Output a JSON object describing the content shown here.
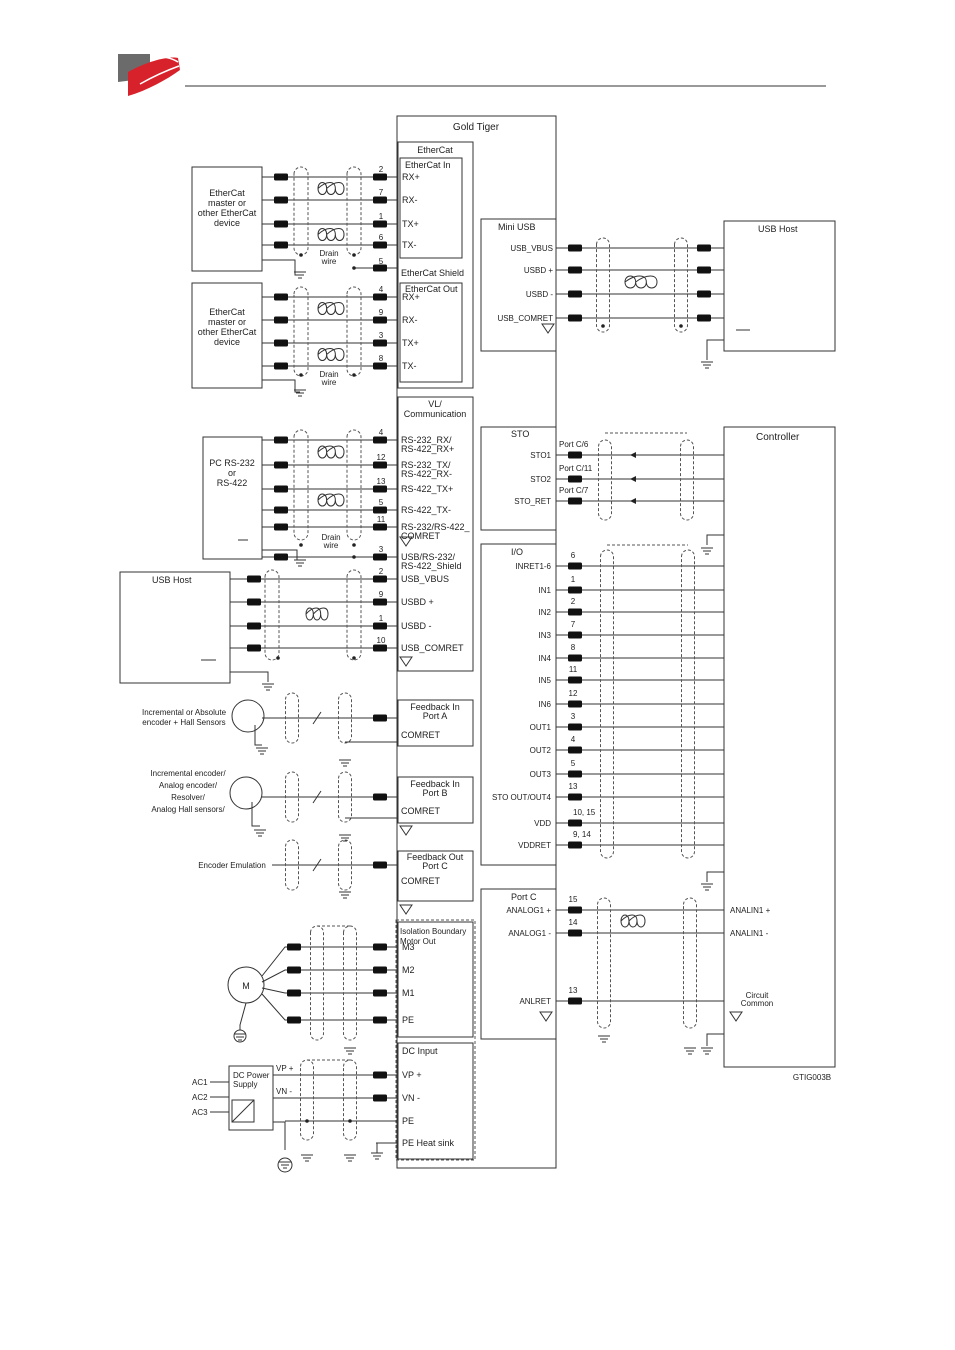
{
  "brand": {
    "logo_dark": "#6b6b6b",
    "logo_red": "#d8222b",
    "logo": "logo-mark"
  },
  "drive": {
    "title": "Gold Tiger",
    "figure_id": "GTIG003B",
    "ethercat": {
      "title": "EtherCat",
      "in_title": "EtherCat In",
      "in_pins": [
        {
          "num": "2",
          "label": "RX+"
        },
        {
          "num": "7",
          "label": "RX-"
        },
        {
          "num": "1",
          "label": "TX+"
        },
        {
          "num": "6",
          "label": "TX-"
        }
      ],
      "shield_num": "5",
      "shield_label": "EtherCat Shield",
      "out_title": "EtherCat Out",
      "out_pins": [
        {
          "num": "4",
          "label": "RX+"
        },
        {
          "num": "9",
          "label": "RX-"
        },
        {
          "num": "3",
          "label": "TX+"
        },
        {
          "num": "8",
          "label": "TX-"
        }
      ],
      "device1_label": [
        "EtherCat",
        "master or",
        "other EtherCat",
        "device"
      ],
      "device2_label": [
        "EtherCat",
        "master or",
        "other EtherCat",
        "device"
      ],
      "drain": [
        "Drain",
        "wire"
      ]
    },
    "vl": {
      "title": [
        "VL/",
        "Communication"
      ],
      "pins": [
        {
          "num": "4",
          "label": [
            "RS-232_RX/",
            "RS-422_RX+"
          ]
        },
        {
          "num": "12",
          "label": [
            "RS-232_TX/",
            "RS-422_RX-"
          ]
        },
        {
          "num": "13",
          "label": [
            "RS-422_TX+"
          ]
        },
        {
          "num": "5",
          "label": [
            "RS-422_TX-"
          ]
        },
        {
          "num": "11",
          "label": [
            "RS-232/RS-422_",
            "COMRET"
          ]
        },
        {
          "num": "3",
          "label": [
            "USB/RS-232/",
            "RS-422_Shield"
          ]
        },
        {
          "num": "2",
          "label": [
            "USB_VBUS"
          ]
        },
        {
          "num": "9",
          "label": [
            "USBD +"
          ]
        },
        {
          "num": "1",
          "label": [
            "USBD -"
          ]
        },
        {
          "num": "10",
          "label": [
            "USB_COMRET"
          ]
        }
      ],
      "pc_label": [
        "PC RS-232",
        "or",
        "RS-422"
      ],
      "usb_host": "USB Host",
      "drain": [
        "Drain",
        "wire"
      ]
    },
    "fb_a": {
      "title": [
        "Feedback In",
        "Port A"
      ],
      "comret": "COMRET",
      "device": [
        "Incremental or Absolute",
        "encoder + Hall Sensors"
      ]
    },
    "fb_b": {
      "title": [
        "Feedback In",
        "Port B"
      ],
      "comret": "COMRET",
      "device": [
        "Incremental encoder/",
        "Analog encoder/",
        "Resolver/",
        "Analog Hall sensors/"
      ]
    },
    "fb_c": {
      "title": [
        "Feedback Out",
        "Port C"
      ],
      "comret": "COMRET",
      "device": "Encoder Emulation"
    },
    "motor": {
      "title": [
        "Isolation Boundary",
        "Motor Out"
      ],
      "pins": [
        "M3",
        "M2",
        "M1",
        "PE"
      ],
      "symbol": "M"
    },
    "dc": {
      "title": "DC Input",
      "pins": [
        "VP +",
        "VN -",
        "PE",
        "PE  Heat sink"
      ],
      "supply": [
        "DC Power",
        "Supply"
      ],
      "ac": [
        "AC1",
        "AC2",
        "AC3"
      ],
      "wire_labels": [
        "VP +",
        "VN -"
      ]
    },
    "mini_usb": {
      "title": "Mini USB",
      "pins": [
        "USB_VBUS",
        "USBD +",
        "USBD -",
        "USB_COMRET"
      ],
      "host": "USB Host"
    },
    "sto": {
      "title": "STO",
      "pins": [
        {
          "label": "STO1",
          "port": "Port C/6"
        },
        {
          "label": "STO2",
          "port": "Port C/11"
        },
        {
          "label": "STO_RET",
          "port": "Port C/7"
        }
      ]
    },
    "io": {
      "title": "I/O",
      "pins": [
        {
          "num": "6",
          "label": "INRET1-6"
        },
        {
          "num": "1",
          "label": "IN1"
        },
        {
          "num": "2",
          "label": "IN2"
        },
        {
          "num": "7",
          "label": "IN3"
        },
        {
          "num": "8",
          "label": "IN4"
        },
        {
          "num": "11",
          "label": "IN5"
        },
        {
          "num": "12",
          "label": "IN6"
        },
        {
          "num": "3",
          "label": "OUT1"
        },
        {
          "num": "4",
          "label": "OUT2"
        },
        {
          "num": "5",
          "label": "OUT3"
        },
        {
          "num": "13",
          "label": "STO OUT/OUT4"
        },
        {
          "num": "10, 15",
          "label": "VDD"
        },
        {
          "num": "9, 14",
          "label": "VDDRET"
        }
      ]
    },
    "portc": {
      "title": "Port C",
      "pins": [
        {
          "num": "15",
          "label": "ANALOG1 +"
        },
        {
          "num": "14",
          "label": "ANALOG1 -"
        },
        {
          "num": "13",
          "label": "ANLRET"
        }
      ],
      "ctrl_labels": [
        "ANALIN1 +",
        "ANALIN1 -"
      ],
      "common": [
        "Circuit",
        "Common"
      ]
    },
    "controller": "Controller"
  }
}
